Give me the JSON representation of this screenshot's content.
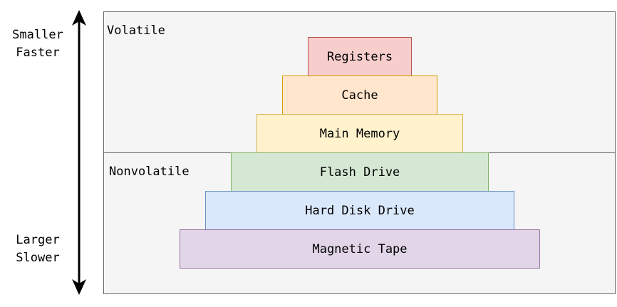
{
  "regions": {
    "volatile_label": "Volatile",
    "nonvolatile_label": "Nonvolatile"
  },
  "axis": {
    "top_line1": "Smaller",
    "top_line2": "Faster",
    "bottom_line1": "Larger",
    "bottom_line2": "Slower"
  },
  "tiers": [
    {
      "label": "Registers",
      "fill": "#f8cecc",
      "stroke": "#b85450"
    },
    {
      "label": "Cache",
      "fill": "#ffe6cc",
      "stroke": "#d79b00"
    },
    {
      "label": "Main Memory",
      "fill": "#fff2cc",
      "stroke": "#d6b656"
    },
    {
      "label": "Flash Drive",
      "fill": "#d5e8d4",
      "stroke": "#82b366"
    },
    {
      "label": "Hard Disk Drive",
      "fill": "#dae8fc",
      "stroke": "#6c8ebf"
    },
    {
      "label": "Magnetic Tape",
      "fill": "#e1d5e7",
      "stroke": "#9673a6"
    }
  ],
  "colors": {
    "region_fill": "#f5f5f5",
    "region_stroke": "#666666",
    "arrow": "#000000"
  }
}
